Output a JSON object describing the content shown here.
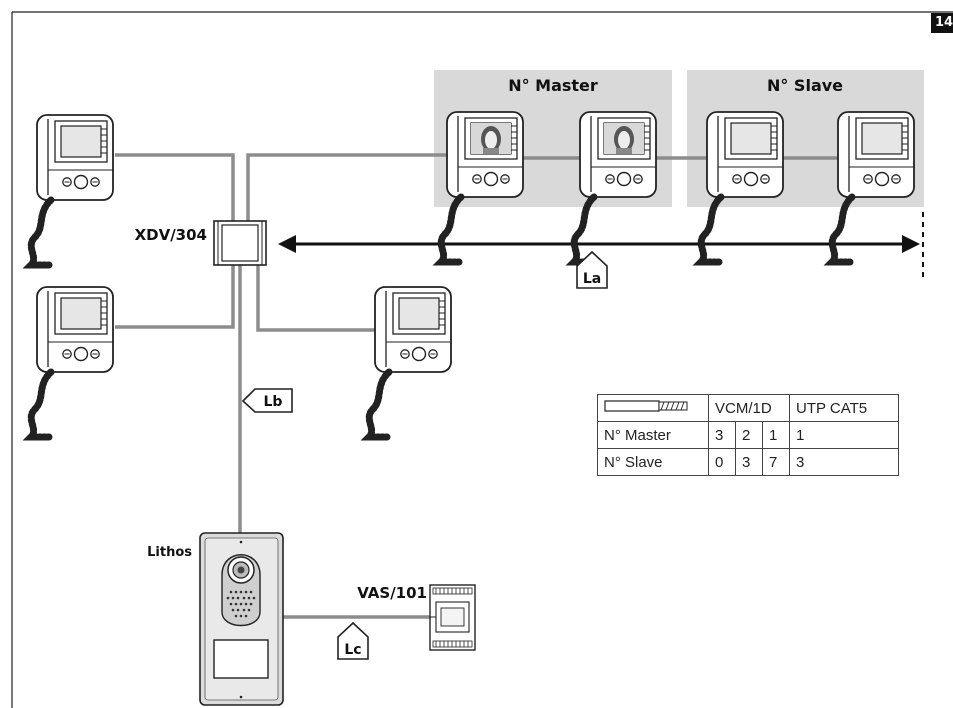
{
  "page_number": "14",
  "groups": {
    "master": "N° Master",
    "slave": "N° Slave"
  },
  "labels": {
    "distributor": "XDV/304",
    "panel": "Lithos",
    "power": "VAS/101",
    "cable_a": "La",
    "cable_b": "Lb",
    "cable_c": "Lc"
  },
  "table": {
    "headers": [
      "VCM/1D",
      "UTP CAT5"
    ],
    "rows": [
      {
        "label": "N° Master",
        "vcm": [
          "3",
          "2",
          "1"
        ],
        "utp": "1"
      },
      {
        "label": "N° Slave",
        "vcm": [
          "0",
          "3",
          "7"
        ],
        "utp": "3"
      }
    ]
  },
  "icons": [
    "cable-icon",
    "monitor-icon",
    "handset-icon",
    "speaker-icon",
    "camera-icon"
  ],
  "colors": {
    "wire": "#8c8c8c",
    "group_bg": "#d9d9d9",
    "stroke": "#222222"
  }
}
